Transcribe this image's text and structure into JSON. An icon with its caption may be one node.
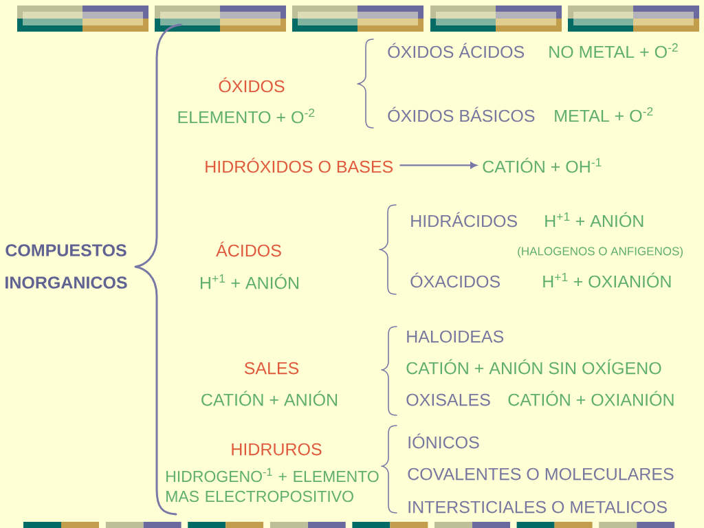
{
  "diagram": {
    "nodes": [
      {
        "text": [
          "HIDRÓXIDOS O BASES"
        ]
      },
      {
        "text": [
          "CATIÓN + OH$^{-1}$"
        ]
      }
    ],
    "edges": [
      {
        "from": 0,
        "to": 1,
        "arrow": "to"
      }
    ],
    "labels": [
      "ÓXIDOS ÁCIDOS",
      "NO METAL + O$^{-2}$",
      "ÓXIDOS",
      "ELEMENTO + O$^{-2}$",
      "ÓXIDOS BÁSICOS",
      "METAL + O$^{-2}$",
      "HIDRÁCIDOS",
      "H$^{+1}$ + ANIÓN",
      "COMPUESTOS INORGANICOS",
      "ÁCIDOS",
      "(HALOGENOS O ANFIGENOS)",
      "H$^{+1}$ + ANIÓN",
      "ÓXACIDOS",
      "H$^{+1}$ + OXIANIÓN",
      "HALOIDEAS",
      "SALES",
      "CATIÓN + ANIÓN SIN OXÍGENO",
      "CATIÓN + ANIÓN",
      "OXISALES",
      "CATIÓN + OXIANIÓN",
      "IÓNICOS",
      "HIDRUROS",
      "HIDROGENO$^{-1}$ + ELEMENTO MAS ELECTROPOSITIVO",
      "COVALENTES O MOLECULARES",
      "INTERSTICIALES O METALICOS"
    ]
  }
}
